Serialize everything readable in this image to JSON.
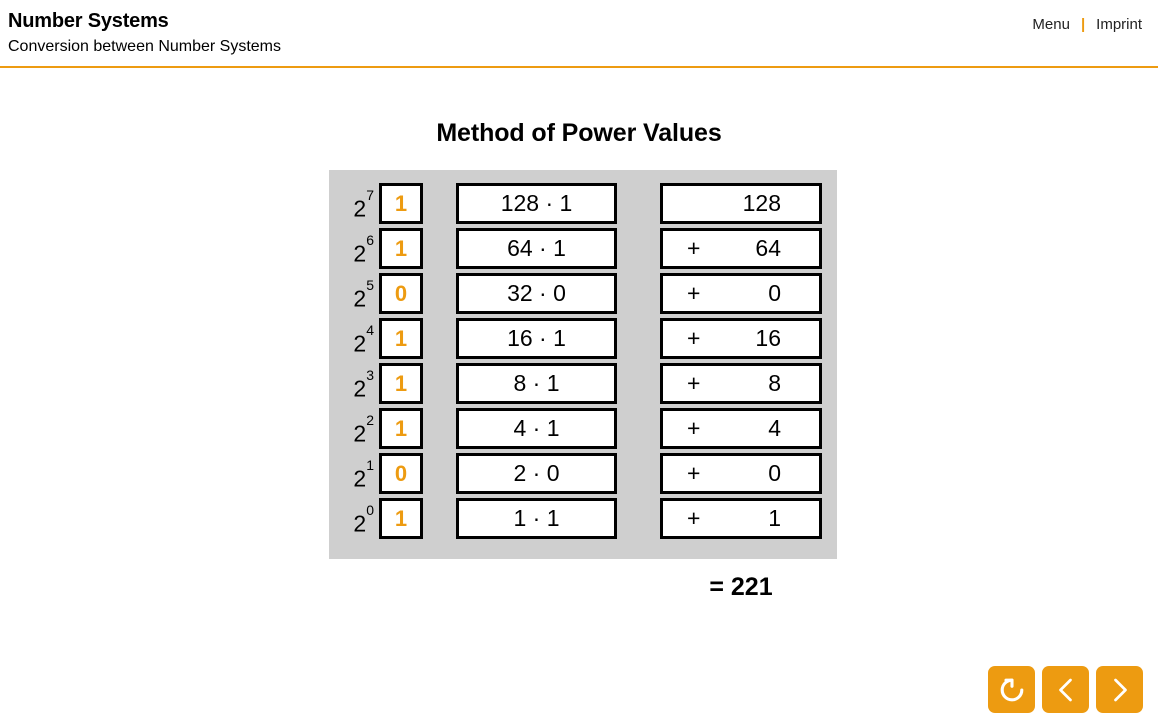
{
  "header": {
    "title": "Number Systems",
    "subtitle": "Conversion between Number Systems",
    "nav": {
      "menu_label": "Menu",
      "separator": "|",
      "imprint_label": "Imprint"
    },
    "rule_color": "#ED9B11"
  },
  "main": {
    "page_title": "Method of Power Values",
    "panel_background": "#CFCFCF",
    "bit_color": "#ED9B11",
    "rows": [
      {
        "base": "2",
        "exponent": "7",
        "bit": "1",
        "product": "128 · 1",
        "operator": "",
        "value": "128"
      },
      {
        "base": "2",
        "exponent": "6",
        "bit": "1",
        "product": "64 · 1",
        "operator": "+",
        "value": "64"
      },
      {
        "base": "2",
        "exponent": "5",
        "bit": "0",
        "product": "32 · 0",
        "operator": "+",
        "value": "0"
      },
      {
        "base": "2",
        "exponent": "4",
        "bit": "1",
        "product": "16 · 1",
        "operator": "+",
        "value": "16"
      },
      {
        "base": "2",
        "exponent": "3",
        "bit": "1",
        "product": "8 · 1",
        "operator": "+",
        "value": "8"
      },
      {
        "base": "2",
        "exponent": "2",
        "bit": "1",
        "product": "4 · 1",
        "operator": "+",
        "value": "4"
      },
      {
        "base": "2",
        "exponent": "1",
        "bit": "0",
        "product": "2 · 0",
        "operator": "+",
        "value": "0"
      },
      {
        "base": "2",
        "exponent": "0",
        "bit": "1",
        "product": "1 · 1",
        "operator": "+",
        "value": "1"
      }
    ],
    "total": "= 221"
  },
  "buttons": {
    "accent_color": "#ED9B11",
    "items": [
      {
        "name": "reset-button",
        "icon": "rotate-ccw-icon"
      },
      {
        "name": "previous-button",
        "icon": "chevron-left-icon"
      },
      {
        "name": "next-button",
        "icon": "chevron-right-icon"
      }
    ]
  }
}
